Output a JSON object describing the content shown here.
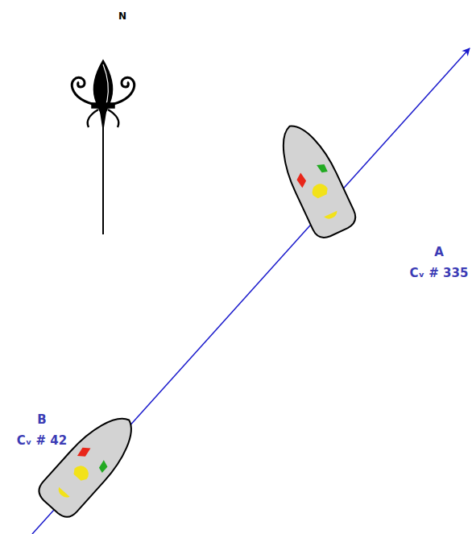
{
  "diagram": {
    "labels": [
      "N",
      "A",
      "Cᵥ # 335",
      "B",
      "Cᵥ # 42"
    ]
  }
}
